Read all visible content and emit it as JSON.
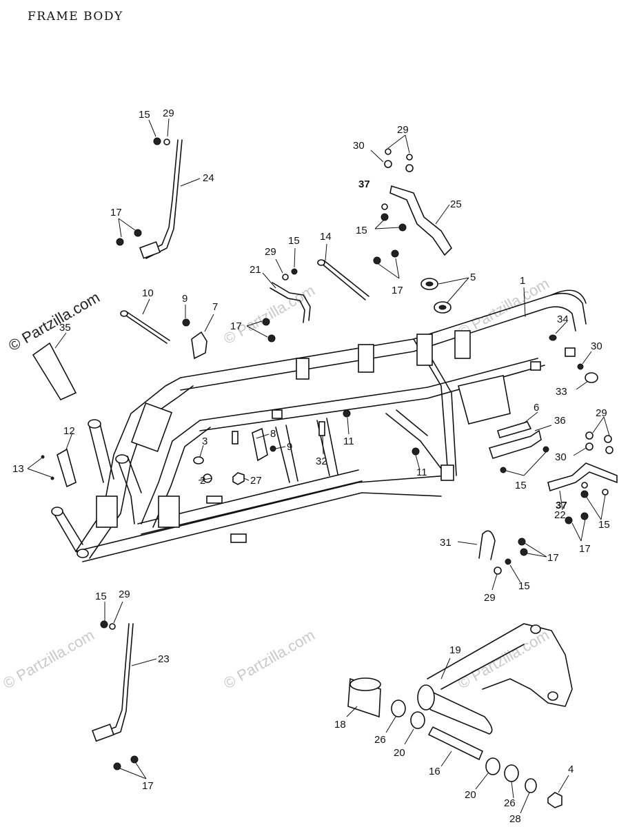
{
  "title": "FRAME BODY",
  "brand": "© Partzilla.com",
  "watermark": "© Partzilla.com",
  "labels": {
    "p1": "1",
    "p2": "2",
    "p3": "3",
    "p4": "4",
    "p5": "5",
    "p6": "6",
    "p7": "7",
    "p8": "8",
    "p9": "9",
    "p10": "10",
    "p11": "11",
    "p12": "12",
    "p13": "13",
    "p14": "14",
    "p15": "15",
    "p16": "16",
    "p17": "17",
    "p18": "18",
    "p19": "19",
    "p20": "20",
    "p21": "21",
    "p22": "22",
    "p23": "23",
    "p24": "24",
    "p25": "25",
    "p26": "26",
    "p27": "27",
    "p28": "28",
    "p29": "29",
    "p30": "30",
    "p31": "31",
    "p32": "32",
    "p33": "33",
    "p34": "34",
    "p35": "35",
    "p36": "36",
    "p37": "37"
  }
}
